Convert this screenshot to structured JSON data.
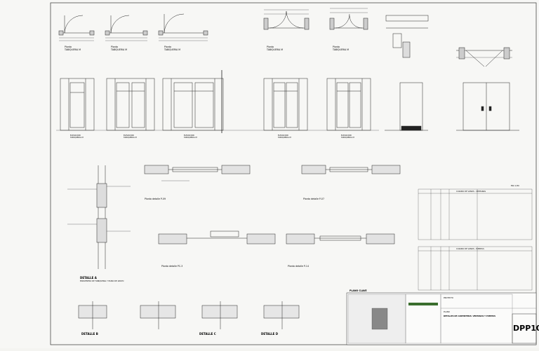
{
  "title_block": {
    "sheet_code": "DPP10",
    "sheet_title": "DETALLES DE CARPINTERIA: VENTANAS Y PUERTAS",
    "sheet_name_label": "PLANO",
    "plan_label": "PLANO CLAVE",
    "project_label": "PROYECTO"
  },
  "plans": [
    {
      "label": "Planta",
      "sub": "TABIQUERIA M"
    },
    {
      "label": "Planta",
      "sub": "TABIQUERIA M"
    },
    {
      "label": "Planta",
      "sub": "TABIQUERIA M"
    },
    {
      "label": "Planta",
      "sub": "TABIQUERIA M"
    },
    {
      "label": "Planta",
      "sub": "TABIQUERIA M"
    }
  ],
  "elevations": [
    {
      "label": "ELEVACION",
      "sub": "TABIQUERIA M"
    },
    {
      "label": "ELEVACION",
      "sub": "TABIQUERIA M"
    },
    {
      "label": "ELEVACION",
      "sub": "TABIQUERIA M"
    },
    {
      "label": "ELEVACION",
      "sub": "TABIQUERIA M"
    },
    {
      "label": "ELEVACION",
      "sub": "TABIQUERIA M"
    }
  ],
  "details": {
    "a": "DETALLE A",
    "b": "DETALLE B",
    "c": "DETALLE C",
    "d": "DETALLE D",
    "detail_a_sub": "ENCUENTRO DE TABIQUERIA Y MURO DE APOYO",
    "p09": "Planta detalle P-09",
    "p07": "Planta detalle P-07",
    "pc3": "Planta detalle PC-3",
    "p14": "Planta detalle P-14"
  },
  "scale_mark": "ESC 1/50",
  "table_title": "CUADRO DE VANOS - VENTANAS",
  "table2_title": "CUADRO DE VANOS - PUERTAS",
  "colors": {
    "line": "#1a1a1a",
    "paper": "#f7f7f5",
    "logo": "#3a6e2e"
  }
}
